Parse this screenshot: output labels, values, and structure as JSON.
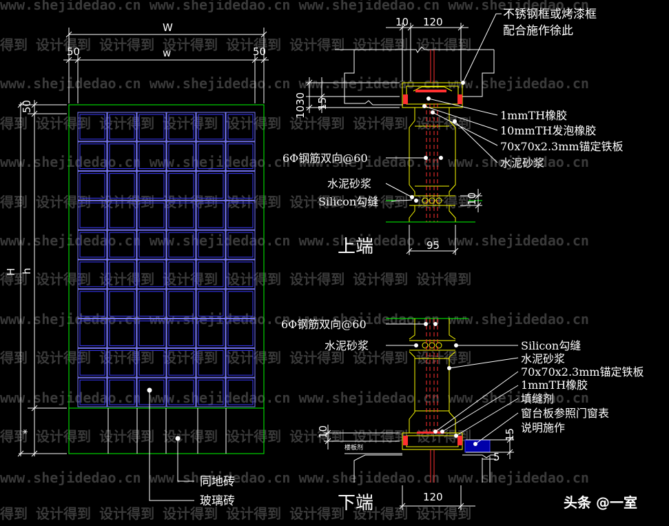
{
  "watermark": {
    "site": "www.shejidedao.cn",
    "cn": "设计得到"
  },
  "credit": "头条 @一室",
  "elevation": {
    "dims": {
      "W": "W",
      "w": "w",
      "left": "50",
      "right": "50",
      "top": "50",
      "H": "H",
      "h": "h",
      "star": "*"
    },
    "labels": {
      "floor_tile": "同地砖",
      "glass_brick": "玻璃砖"
    }
  },
  "top_section": {
    "title": "上端",
    "dims": {
      "d10": "10",
      "d120": "120",
      "d1030": "1030",
      "d15": "15",
      "d10b": "10",
      "d95": "95"
    },
    "labels": {
      "frame": "不锈钢框或烤漆框",
      "frame2": "配合施作徐此",
      "rubber1": "1mmTH橡胶",
      "foam": "10mmTH发泡橡胶",
      "plate": "70x70x2.3mm锚定铁板",
      "mortar_r": "水泥砂浆",
      "rebar": "6Φ钢筋双向@60",
      "mortar_l": "水泥砂浆",
      "silicon": "Silicon勾缝"
    }
  },
  "bottom_section": {
    "title": "下端",
    "dims": {
      "d10": "10",
      "d15": "15",
      "d5": "5",
      "d120": "120",
      "small": "楼板剂"
    },
    "labels": {
      "rebar": "6Φ钢筋双向@60",
      "mortar_l": "水泥砂浆",
      "silicon": "Silicon勾缝",
      "mortar_r": "水泥砂浆",
      "plate": "70x70x2.3mm锚定铁板",
      "rubber": "1mmTH橡胶",
      "filler": "填缝剂",
      "sill": "窗台板参照门窗表",
      "sill2": "说明施作"
    }
  }
}
